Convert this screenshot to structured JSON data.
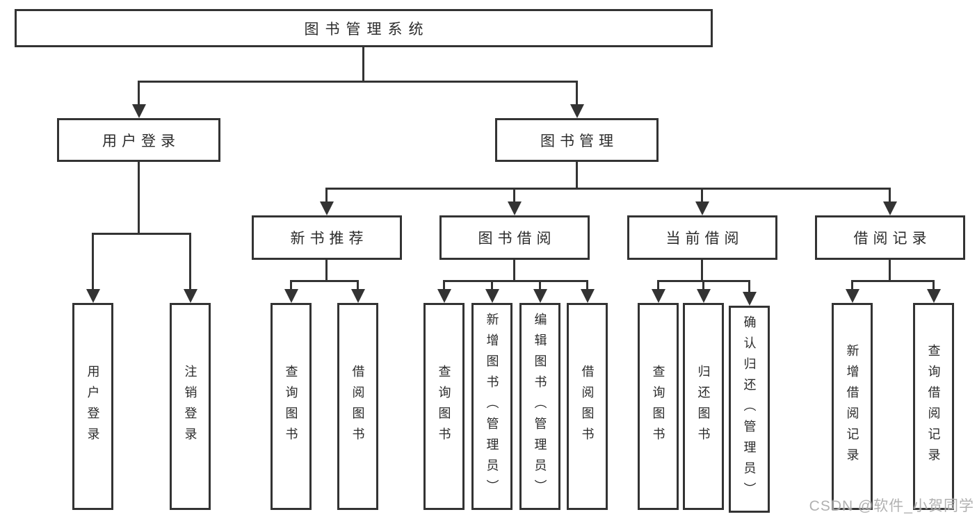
{
  "colors": {
    "line": "#333333",
    "text": "#2b2b2b",
    "background": "#ffffff",
    "watermark_color": "#a9a9a9"
  },
  "root": {
    "label": "图书管理系统"
  },
  "user": {
    "label": "用户登录",
    "children": [
      {
        "label": "用户登录"
      },
      {
        "label": "注销登录"
      }
    ]
  },
  "mgmt": {
    "label": "图书管理",
    "modules": [
      {
        "label": "新书推荐",
        "children": [
          {
            "label": "查询图书"
          },
          {
            "label": "借阅图书"
          }
        ]
      },
      {
        "label": "图书借阅",
        "children": [
          {
            "label": "查询图书"
          },
          {
            "label": "新增图书（管理员）"
          },
          {
            "label": "编辑图书（管理员）"
          },
          {
            "label": "借阅图书"
          }
        ]
      },
      {
        "label": "当前借阅",
        "children": [
          {
            "label": "查询图书"
          },
          {
            "label": "归还图书"
          },
          {
            "label": "确认归还（管理员）"
          }
        ]
      },
      {
        "label": "借阅记录",
        "children": [
          {
            "label": "新增借阅记录"
          },
          {
            "label": "查询借阅记录"
          }
        ]
      }
    ]
  },
  "watermark": "CSDN @软件_小贺同学"
}
